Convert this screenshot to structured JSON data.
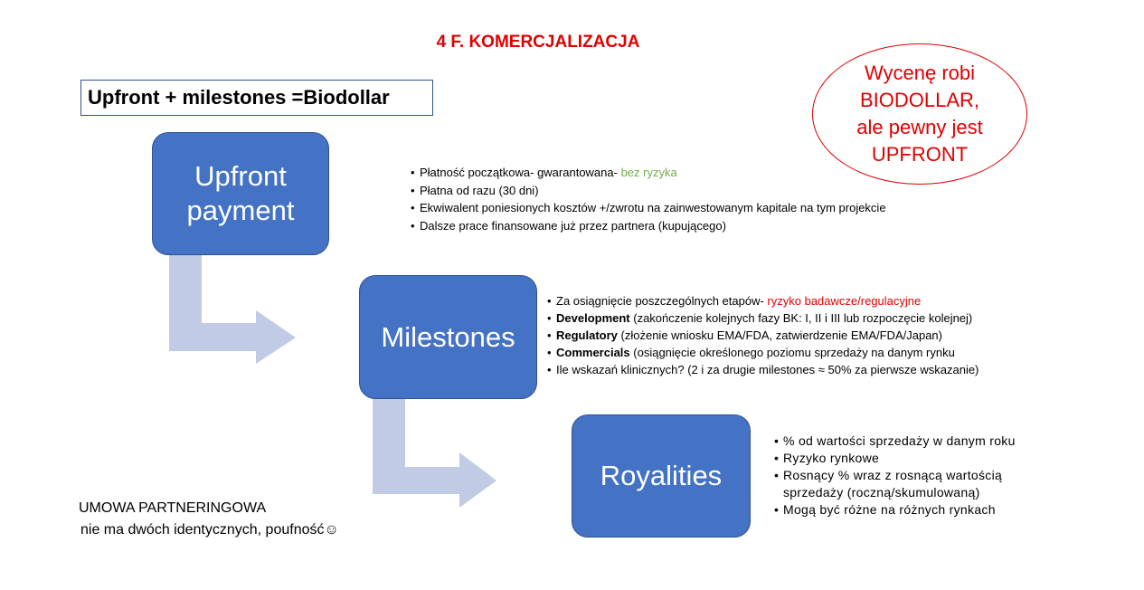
{
  "title": "4 F. KOMERCJALIZACJA",
  "formula": "Upfront + milestones =Biodollar",
  "callout": [
    "Wycenę robi",
    "BIODOLLAR,",
    "ale pewny jest",
    "UPFRONT"
  ],
  "nodes": {
    "upfront": [
      "Upfront",
      "payment"
    ],
    "milestones": "Milestones",
    "royalities": "Royalities"
  },
  "upfront_bullets": {
    "item1_main": "Płatność początkowa- gwarantowana- ",
    "item1_highlight": "bez ryzyka",
    "item2": "Płatna od razu (30 dni)",
    "item3": "Ekwiwalent poniesionych kosztów +/zwrotu na zainwestowanym kapitale na tym projekcie",
    "item4": "Dalsze prace finansowane już przez partnera (kupującego)"
  },
  "milestones_bullets": {
    "item1_main": "Za osiągnięcie poszczególnych etapów- ",
    "item1_highlight": "ryzyko badawcze/regulacyjne",
    "item2_bold": "Development",
    "item2_rest": " (zakończenie kolejnych fazy BK: I, II i III lub rozpoczęcie kolejnej)",
    "item3_bold": "Regulatory",
    "item3_rest": " (złożenie wniosku EMA/FDA, zatwierdzenie EMA/FDA/Japan)",
    "item4_bold": "Commercials",
    "item4_rest": " (osiągnięcie określonego poziomu sprzedaży na danym rynku",
    "item5": "Ile wskazań klinicznych? (2 i za drugie milestones ≈ 50% za pierwsze wskazanie)"
  },
  "royalities_bullets": [
    "% od wartości sprzedaży w danym roku",
    "Ryzyko rynkowe",
    "Rosnący % wraz z rosnącą wartością sprzedaży (roczną/skumulowaną)",
    "Mogą być różne na różnych rynkach"
  ],
  "agreement": {
    "title": "UMOWA PARTNERINGOWA",
    "note": "nie ma dwóch identycznych, poufność☺"
  },
  "colors": {
    "node_fill": "#4472c4",
    "node_border": "#2f528f",
    "arrow_fill": "#c1cbe5",
    "accent_red": "#e00000",
    "accent_green": "#70ad47"
  }
}
